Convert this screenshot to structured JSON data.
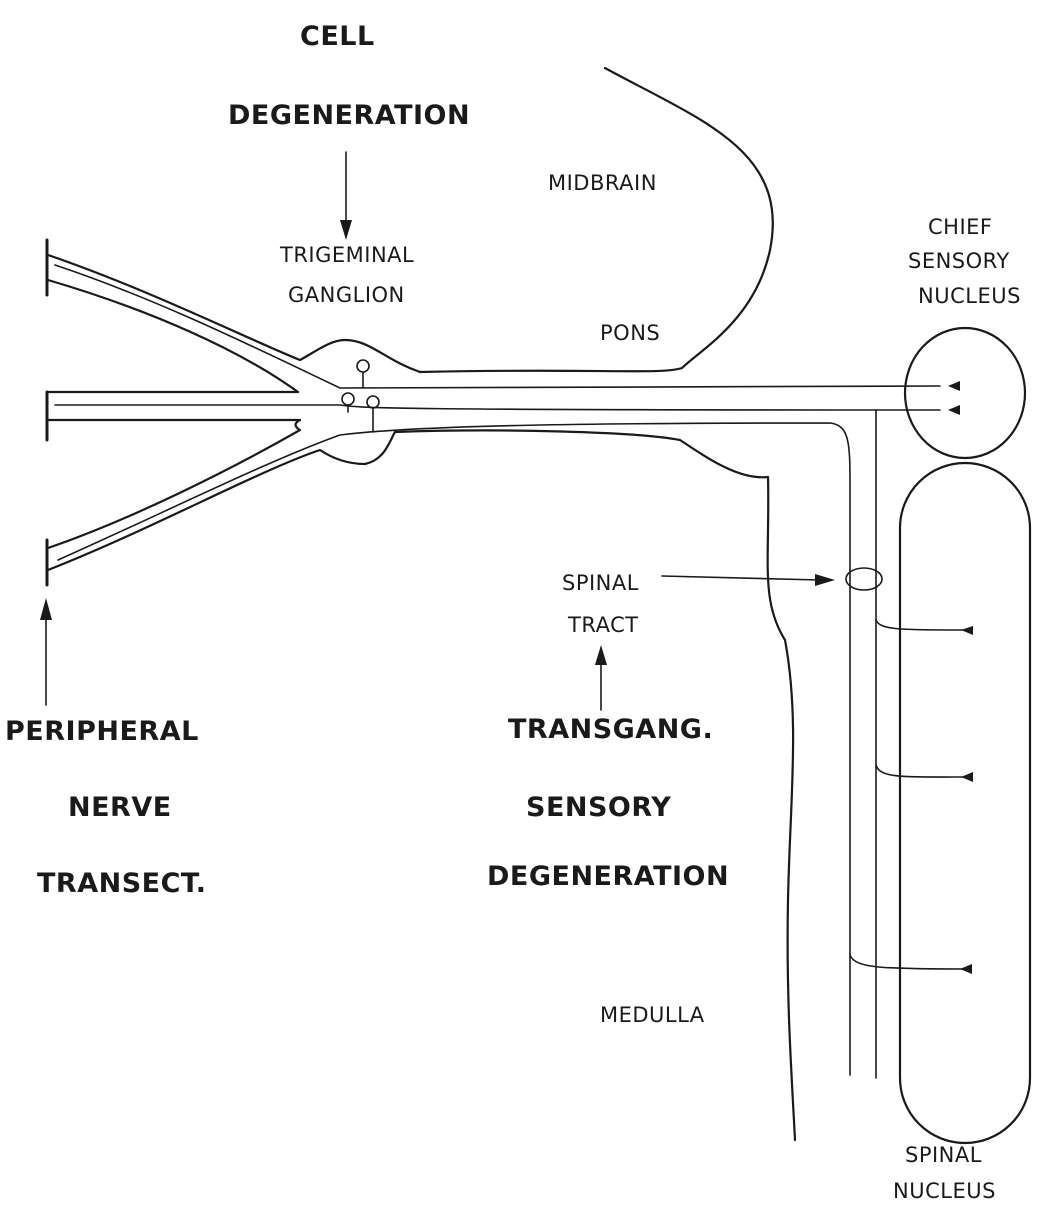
{
  "labels": {
    "cell": "CELL",
    "degeneration_top": "DEGENERATION",
    "midbrain": "MIDBRAIN",
    "trigeminal": "TRIGEMINAL",
    "ganglion": "GANGLION",
    "pons": "PONS",
    "chief": "CHIEF",
    "sensory": "SENSORY",
    "nucleus_chief": "NUCLEUS",
    "spinal_tract_1": "SPINAL",
    "spinal_tract_2": "TRACT",
    "peripheral": "PERIPHERAL",
    "nerve": "NERVE",
    "transect": "TRANSECT.",
    "transgang": "TRANSGANG.",
    "sensory_deg": "SENSORY",
    "degeneration_bottom": "DEGENERATION",
    "medulla": "MEDULLA",
    "spinal_nucleus_1": "SPINAL",
    "spinal_nucleus_2": "NUCLEUS"
  }
}
